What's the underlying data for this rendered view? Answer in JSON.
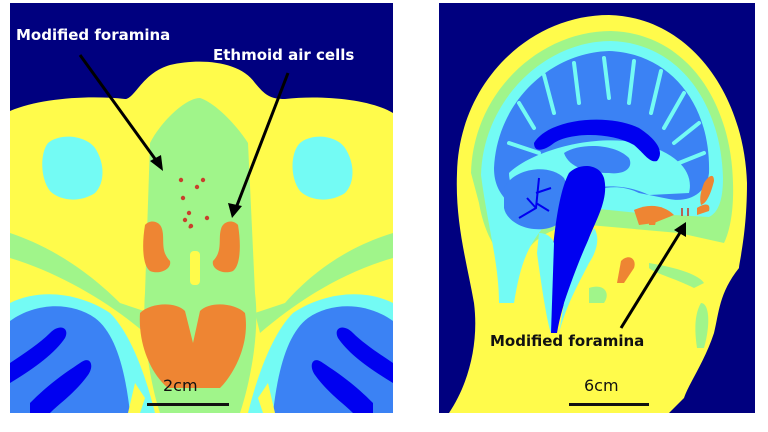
{
  "figure": {
    "colors": {
      "background": "#00007f",
      "skin": "#fffb4b",
      "bone": "#a0f58a",
      "csf": "#73fbf4",
      "grey_matter": "#3b82f4",
      "white_matter": "#0000f0",
      "air_cells": "#ee8533",
      "foramina": "#c8402c",
      "annotation": "#000000"
    },
    "left_panel": {
      "view": "axial",
      "labels": {
        "foramina": "Modified foramina",
        "ethmoid": "Ethmoid air cells"
      },
      "scale_bar": {
        "text": "2cm"
      }
    },
    "right_panel": {
      "view": "sagittal",
      "labels": {
        "foramina": "Modified foramina"
      },
      "scale_bar": {
        "text": "6cm"
      }
    }
  }
}
